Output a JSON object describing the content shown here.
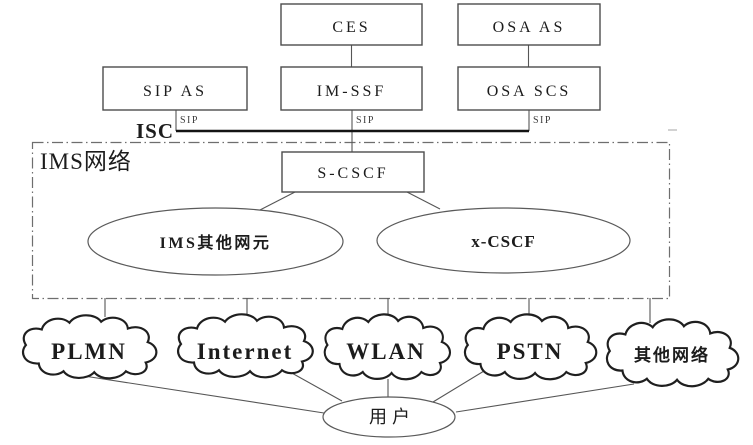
{
  "colors": {
    "background": "#ffffff",
    "line": "#565656",
    "bus_line": "#141414",
    "box_outline": "#4c4c4c",
    "cloud_outline": "#1f1f1f",
    "dashed_border": "#6e6e6e",
    "text": "#1c1c1c"
  },
  "app_servers": {
    "ces": {
      "label": "CES"
    },
    "osa_as": {
      "label": "OSA AS"
    },
    "sip_as": {
      "label": "SIP AS"
    },
    "im_ssf": {
      "label": "IM-SSF"
    },
    "osa_scs": {
      "label": "OSA SCS"
    }
  },
  "interface_labels": {
    "isc": "ISC",
    "sip_left": "SIP",
    "sip_center": "SIP",
    "sip_right": "SIP"
  },
  "ims_network": {
    "title": "IMS网络",
    "s_cscf": {
      "label": "S-CSCF"
    },
    "other_elements": {
      "label": "IMS其他网元"
    },
    "x_cscf": {
      "label": "x-CSCF"
    }
  },
  "access_networks": [
    {
      "label": "PLMN"
    },
    {
      "label": "Internet"
    },
    {
      "label": "WLAN"
    },
    {
      "label": "PSTN"
    },
    {
      "label": "其他网络"
    }
  ],
  "user": {
    "label": "用户"
  }
}
